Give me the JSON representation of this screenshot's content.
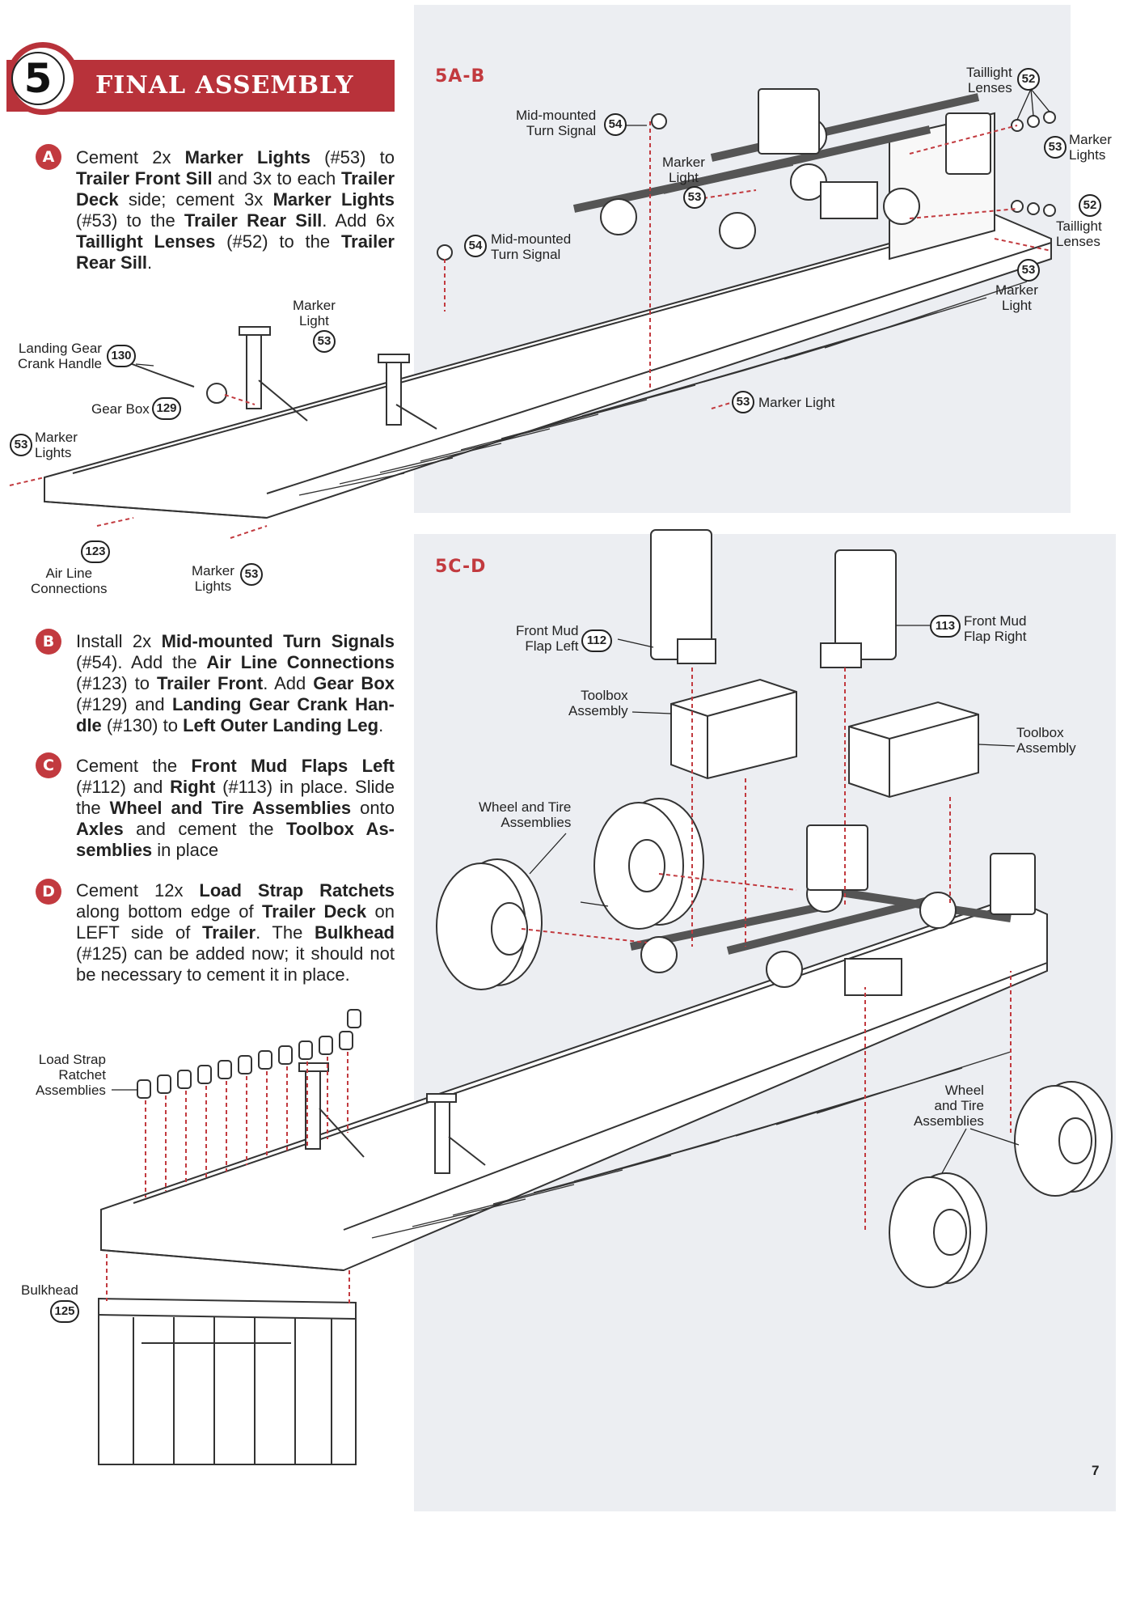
{
  "header": {
    "step_number": "5",
    "title": "FINAL ASSEMBLY",
    "page_number": "7"
  },
  "colors": {
    "accent": "#b8323a",
    "panel_bg": "#eceef2",
    "guide_line": "#c23a3f"
  },
  "instructions": [
    {
      "letter": "A",
      "segments": [
        {
          "t": "Cement 2x "
        },
        {
          "t": "Marker Lights",
          "b": true
        },
        {
          "t": " (#53) to "
        },
        {
          "t": "Trailer Front Sill",
          "b": true
        },
        {
          "t": " and 3x to each "
        },
        {
          "t": "Trailer Deck",
          "b": true
        },
        {
          "t": " side; cement 3x "
        },
        {
          "t": "Marker Lights",
          "b": true
        },
        {
          "t": " (#53) to the "
        },
        {
          "t": "Trailer Rear Sill",
          "b": true
        },
        {
          "t": ". Add 6x "
        },
        {
          "t": "Taillight Lenses",
          "b": true
        },
        {
          "t": " (#52) to the "
        },
        {
          "t": "Trailer Rear Sill",
          "b": true
        },
        {
          "t": "."
        }
      ]
    },
    {
      "letter": "B",
      "segments": [
        {
          "t": "Install 2x "
        },
        {
          "t": "Mid-mounted Turn Signals",
          "b": true
        },
        {
          "t": " (#54). Add the "
        },
        {
          "t": "Air Line Connections",
          "b": true
        },
        {
          "t": " (#123) to "
        },
        {
          "t": "Trailer Front",
          "b": true
        },
        {
          "t": ". Add "
        },
        {
          "t": "Gear Box",
          "b": true
        },
        {
          "t": " (#129) and "
        },
        {
          "t": "Landing Gear Crank Han-dle",
          "b": true
        },
        {
          "t": " (#130) to "
        },
        {
          "t": "Left Outer Landing Leg",
          "b": true
        },
        {
          "t": "."
        }
      ]
    },
    {
      "letter": "C",
      "segments": [
        {
          "t": "Cement the "
        },
        {
          "t": "Front Mud Flaps Left",
          "b": true
        },
        {
          "t": " (#112) and "
        },
        {
          "t": "Right",
          "b": true
        },
        {
          "t": " (#113) in place. Slide the "
        },
        {
          "t": "Wheel and Tire Assemblies",
          "b": true
        },
        {
          "t": " onto "
        },
        {
          "t": "Axles",
          "b": true
        },
        {
          "t": " and cement the "
        },
        {
          "t": "Toolbox As-semblies",
          "b": true
        },
        {
          "t": " in place"
        }
      ]
    },
    {
      "letter": "D",
      "segments": [
        {
          "t": "Cement 12x "
        },
        {
          "t": "Load Strap Ratchets",
          "b": true
        },
        {
          "t": " along bottom edge of "
        },
        {
          "t": "Trailer Deck",
          "b": true
        },
        {
          "t": " on LEFT side of "
        },
        {
          "t": "Trailer",
          "b": true
        },
        {
          "t": ". The "
        },
        {
          "t": "Bulkhead",
          "b": true
        },
        {
          "t": " (#125) can be added now; it should not be necessary to cement it in place."
        }
      ]
    }
  ],
  "panels": {
    "top_label": "5A-B",
    "bottom_label": "5C-D"
  },
  "callouts": {
    "taillight_top": {
      "text": "Taillight\nLenses",
      "num": "52"
    },
    "marker_rear_top": {
      "text": "Marker\nLights",
      "num": "53"
    },
    "taillight_bottom": {
      "text": "Taillight\nLenses",
      "num": "52"
    },
    "marker_rear_side": {
      "text": "Marker\nLight",
      "num": "53"
    },
    "turn_signal_right": {
      "text": "Mid-mounted\nTurn Signal",
      "num": "54"
    },
    "turn_signal_left": {
      "text": "Mid-mounted\nTurn Signal",
      "num": "54"
    },
    "marker_mid": {
      "text": "Marker\nLight",
      "num": "53"
    },
    "marker_side": {
      "text": "Marker Light",
      "num": "53"
    },
    "marker_front_top": {
      "text": "Marker\nLight",
      "num": "53"
    },
    "crank_handle": {
      "text": "Landing Gear\nCrank Handle",
      "num": "130"
    },
    "gear_box": {
      "text": "Gear Box",
      "num": "129"
    },
    "marker_front_sill": {
      "text": "Marker\nLights",
      "num": "53"
    },
    "air_line": {
      "text": "Air Line\nConnections",
      "num": "123"
    },
    "marker_front_bottom": {
      "text": "Marker\nLights",
      "num": "53"
    },
    "mud_flap_left": {
      "text": "Front Mud\nFlap Left",
      "num": "112"
    },
    "mud_flap_right": {
      "text": "Front Mud\nFlap Right",
      "num": "113"
    },
    "toolbox_left": {
      "text": "Toolbox\nAssembly"
    },
    "toolbox_right": {
      "text": "Toolbox\nAssembly"
    },
    "wheel_left": {
      "text": "Wheel and Tire\nAssemblies"
    },
    "wheel_right": {
      "text": "Wheel\nand Tire\nAssemblies"
    },
    "load_strap": {
      "text": "Load Strap\nRatchet\nAssemblies"
    },
    "bulkhead": {
      "text": "Bulkhead",
      "num": "125"
    }
  }
}
